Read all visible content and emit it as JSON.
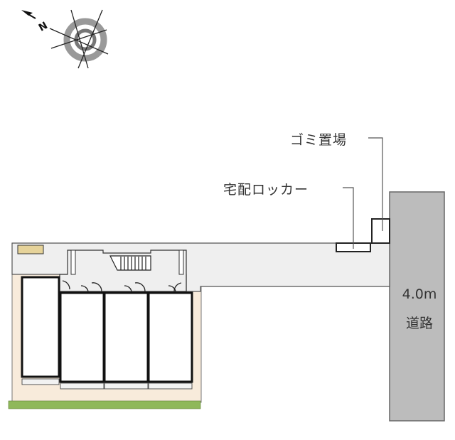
{
  "labels": {
    "garbage": "ゴミ置場",
    "parcel_locker": "宅配ロッカー",
    "road_width": "4.0m",
    "road": "道路"
  },
  "compass": {
    "north_label": "N",
    "icon": "compass-rose-icon"
  },
  "colors": {
    "road": "#bcbcbc",
    "walkway": "#efefef",
    "garden": "#f8ebdb",
    "hedge": "#8fb85a"
  }
}
